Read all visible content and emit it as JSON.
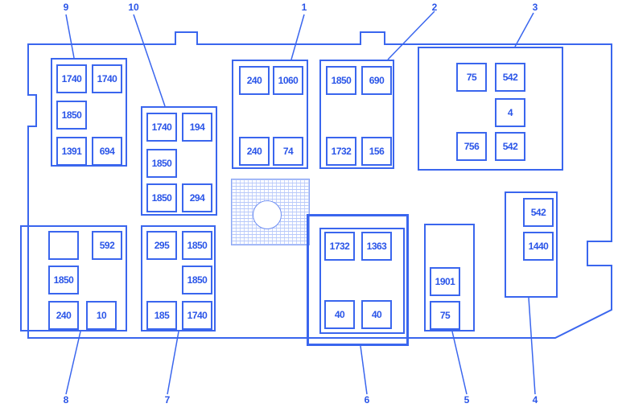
{
  "diagram": {
    "accent_color": "#2a55e8",
    "blocks": [
      {
        "id": "9",
        "callout": "9",
        "fuses": [
          "1740",
          "1740",
          "1850",
          "1391",
          "694"
        ]
      },
      {
        "id": "10",
        "callout": "10",
        "fuses": [
          "1740",
          "194",
          "1850",
          "1850",
          "294"
        ]
      },
      {
        "id": "1",
        "callout": "1",
        "fuses": [
          "240",
          "1060",
          "240",
          "74"
        ]
      },
      {
        "id": "2",
        "callout": "2",
        "fuses": [
          "1850",
          "690",
          "1732",
          "156"
        ]
      },
      {
        "id": "3",
        "callout": "3",
        "fuses": [
          "75",
          "542",
          "4",
          "756",
          "542"
        ]
      },
      {
        "id": "8",
        "callout": "8",
        "fuses": [
          "",
          "592",
          "1850",
          "240",
          "10"
        ]
      },
      {
        "id": "7",
        "callout": "7",
        "fuses": [
          "295",
          "1850",
          "1850",
          "185",
          "1740"
        ]
      },
      {
        "id": "6",
        "callout": "6",
        "fuses": [
          "1732",
          "1363",
          "40",
          "40"
        ]
      },
      {
        "id": "5",
        "callout": "5",
        "fuses": [
          "1901",
          "75"
        ]
      },
      {
        "id": "4",
        "callout": "4",
        "fuses": [
          "542",
          "1440"
        ]
      }
    ]
  }
}
